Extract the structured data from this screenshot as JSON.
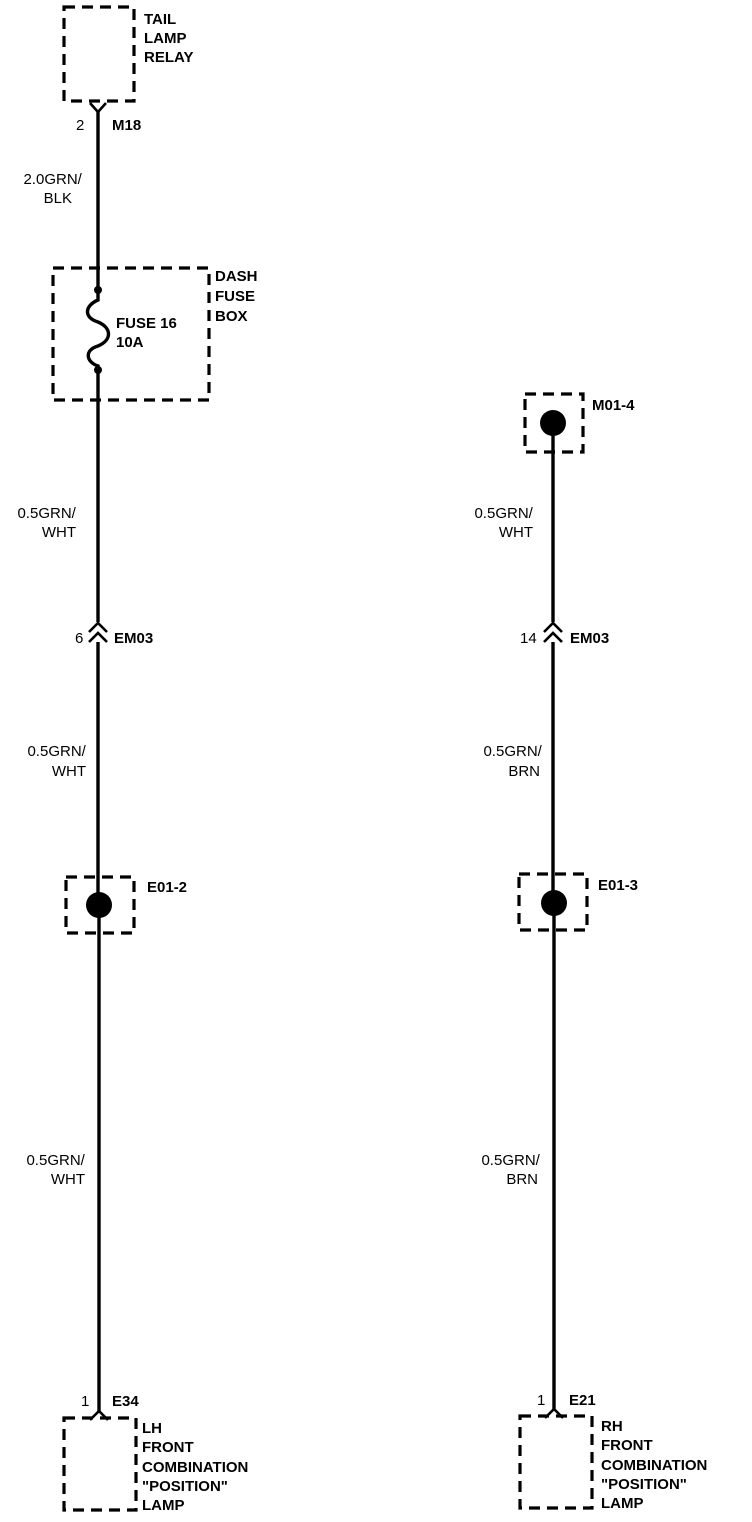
{
  "left": {
    "relay": {
      "lines": [
        "TAIL",
        "LAMP",
        "RELAY"
      ],
      "pin": "2",
      "connector": "M18"
    },
    "wire1": {
      "lines": [
        "2.0GRN/",
        "BLK"
      ]
    },
    "fusebox": {
      "lines": [
        "DASH",
        "FUSE",
        "BOX"
      ]
    },
    "fuse": {
      "lines": [
        "FUSE 16",
        "10A"
      ]
    },
    "wire2": {
      "lines": [
        "0.5GRN/",
        "WHT"
      ]
    },
    "em03": {
      "pin": "6",
      "connector": "EM03"
    },
    "wire3": {
      "lines": [
        "0.5GRN/",
        "WHT"
      ]
    },
    "splice": {
      "label": "E01-2"
    },
    "wire4": {
      "lines": [
        "0.5GRN/",
        "WHT"
      ]
    },
    "lamp": {
      "pin": "1",
      "connector": "E34",
      "lines": [
        "LH",
        "FRONT",
        "COMBINATION",
        "\"POSITION\"",
        "LAMP"
      ]
    }
  },
  "right": {
    "ground": {
      "label": "M01-4"
    },
    "wire1": {
      "lines": [
        "0.5GRN/",
        "WHT"
      ]
    },
    "em03": {
      "pin": "14",
      "connector": "EM03"
    },
    "wire2": {
      "lines": [
        "0.5GRN/",
        "BRN"
      ]
    },
    "splice": {
      "label": "E01-3"
    },
    "wire3": {
      "lines": [
        "0.5GRN/",
        "BRN"
      ]
    },
    "lamp": {
      "pin": "1",
      "connector": "E21",
      "lines": [
        "RH",
        "FRONT",
        "COMBINATION",
        "\"POSITION\"",
        "LAMP"
      ]
    }
  }
}
